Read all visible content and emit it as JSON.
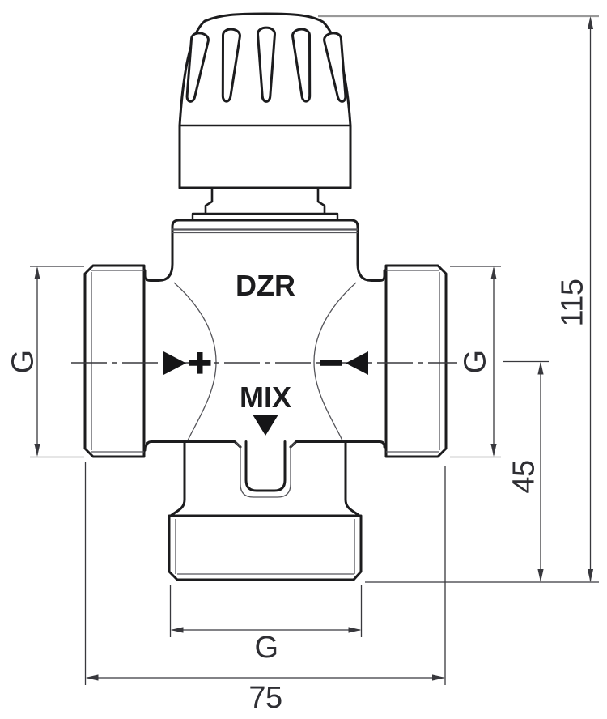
{
  "drawing": {
    "title": "Thermostatic mixing valve - dimensional technical drawing (front view)",
    "markings": {
      "material": "DZR",
      "mix": "MIX",
      "hot_symbol": "+",
      "cold_symbol": "−"
    },
    "dimensions": {
      "left_port_thread": "G",
      "right_port_thread": "G",
      "outlet_port_thread": "G",
      "overall_height": "115",
      "center_to_outlet": "45",
      "overall_width": "75"
    },
    "colors": {
      "outline": "#1c1c1e",
      "thin_line": "#55555a",
      "dimension_line": "#38383d",
      "extension_gray": "#999999",
      "background": "#ffffff"
    }
  }
}
